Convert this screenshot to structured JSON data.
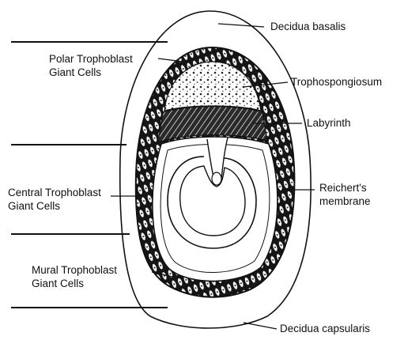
{
  "labels": {
    "decidua_basalis": "Decidua basalis",
    "polar_tgc_line1": "Polar Trophoblast",
    "polar_tgc_line2": "Giant Cells",
    "trophospongiosum": "Trophospongiosum",
    "labyrinth": "Labyrinth",
    "central_tgc_line1": "Central Trophoblast",
    "central_tgc_line2": "Giant Cells",
    "reicherts_line1": "Reichert's",
    "reicherts_line2": "membrane",
    "mural_tgc_line1": "Mural Trophoblast",
    "mural_tgc_line2": "Giant Cells",
    "decidua_capsularis": "Decidua capsularis"
  },
  "colors": {
    "ink": "#111111",
    "paper": "#ffffff"
  }
}
